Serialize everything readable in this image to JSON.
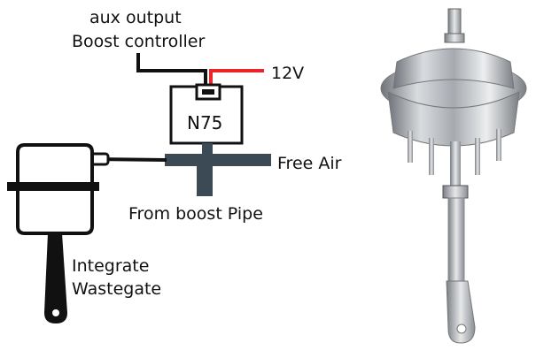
{
  "labels": {
    "aux_output": "aux output",
    "boost_controller": "Boost controller",
    "power": "12V",
    "valve": "N75",
    "free_air": "Free Air",
    "boost_pipe": "From boost Pipe",
    "wastegate_line1": "Integrate",
    "wastegate_line2": "Wastegate"
  },
  "colors": {
    "wire_signal": "#111111",
    "wire_power": "#e8262b",
    "pipe": "#3c4a55",
    "outline": "#111111"
  },
  "icons": {
    "photo": "wastegate-actuator-photo"
  }
}
